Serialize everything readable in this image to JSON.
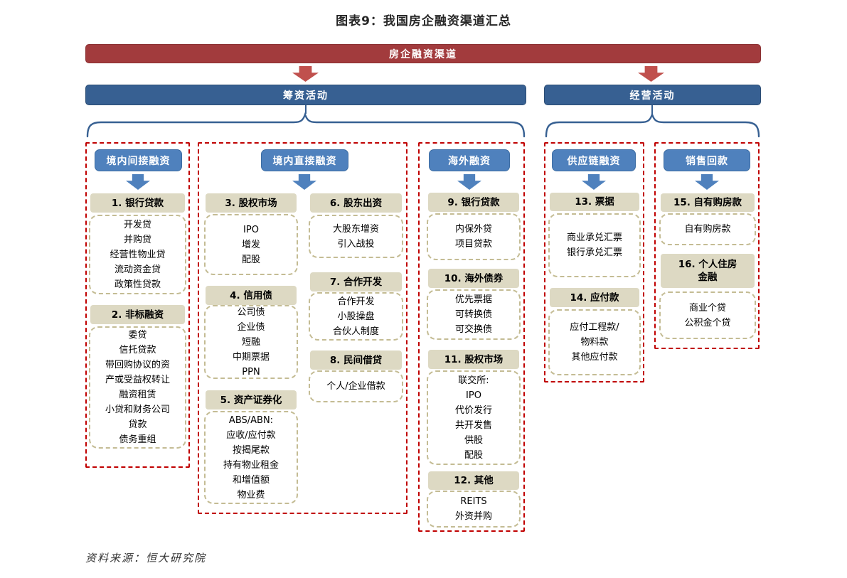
{
  "title": "图表9：我国房企融资渠道汇总",
  "source": "资料来源：恒大研究院",
  "root_label": "房企融资渠道",
  "branches": {
    "left": "筹资活动",
    "right": "经营活动"
  },
  "columns": {
    "c1": "境内间接融资",
    "c2": "境内直接融资",
    "c3": "海外融资",
    "c4": "供应链融资",
    "c5": "销售回款"
  },
  "groups": {
    "g1": {
      "title": "1. 银行贷款",
      "lines": [
        "开发贷",
        "并购贷",
        "经营性物业贷",
        "流动资金贷",
        "政策性贷款"
      ]
    },
    "g2": {
      "title": "2. 非标融资",
      "lines": [
        "委贷",
        "信托贷款",
        "带回购协议的资",
        "产或受益权转让",
        "融资租赁",
        "小贷和财务公司",
        "贷款",
        "债务重组"
      ]
    },
    "g3": {
      "title": "3. 股权市场",
      "lines": [
        "IPO",
        "增发",
        "配股"
      ]
    },
    "g4": {
      "title": "4. 信用债",
      "lines": [
        "公司债",
        "企业债",
        "短融",
        "中期票据",
        "PPN"
      ]
    },
    "g5": {
      "title": "5. 资产证券化",
      "lines": [
        "ABS/ABN:",
        "应收/应付款",
        "按揭尾款",
        "持有物业租金",
        "和增值额",
        "物业费"
      ]
    },
    "g6": {
      "title": "6. 股东出资",
      "lines": [
        "大股东增资",
        "引入战投"
      ]
    },
    "g7": {
      "title": "7. 合作开发",
      "lines": [
        "合作开发",
        "小股操盘",
        "合伙人制度"
      ]
    },
    "g8": {
      "title": "8. 民间借贷",
      "lines": [
        "个人/企业借款"
      ]
    },
    "g9": {
      "title": "9. 银行贷款",
      "lines": [
        "内保外贷",
        "项目贷款"
      ]
    },
    "g10": {
      "title": "10. 海外债券",
      "lines": [
        "优先票据",
        "可转换债",
        "可交换债"
      ]
    },
    "g11": {
      "title": "11. 股权市场",
      "lines": [
        "联交所:",
        "IPO",
        "代价发行",
        "共开发售",
        "供股",
        "配股"
      ]
    },
    "g12": {
      "title": "12. 其他",
      "lines": [
        "REITS",
        "外资并购"
      ]
    },
    "g13": {
      "title": "13. 票据",
      "lines": [
        "商业承兑汇票",
        "银行承兑汇票"
      ]
    },
    "g14": {
      "title": "14. 应付款",
      "lines": [
        "应付工程款/",
        "物料款",
        "其他应付款"
      ]
    },
    "g15": {
      "title": "15. 自有购房款",
      "lines": [
        "自有购房款"
      ]
    },
    "g16": {
      "title": "16. 个人住房\n金融",
      "lines": [
        "商业个贷",
        "公积金个贷"
      ]
    }
  },
  "colors": {
    "root_red": "#A23B3D",
    "arrow_red": "#C0504D",
    "bar_blue": "#376092",
    "header_blue": "#4F81BD",
    "tan": "#DDD9C3",
    "column_dash_red": "#C00000",
    "box_dash_tan": "#C4BC94"
  }
}
